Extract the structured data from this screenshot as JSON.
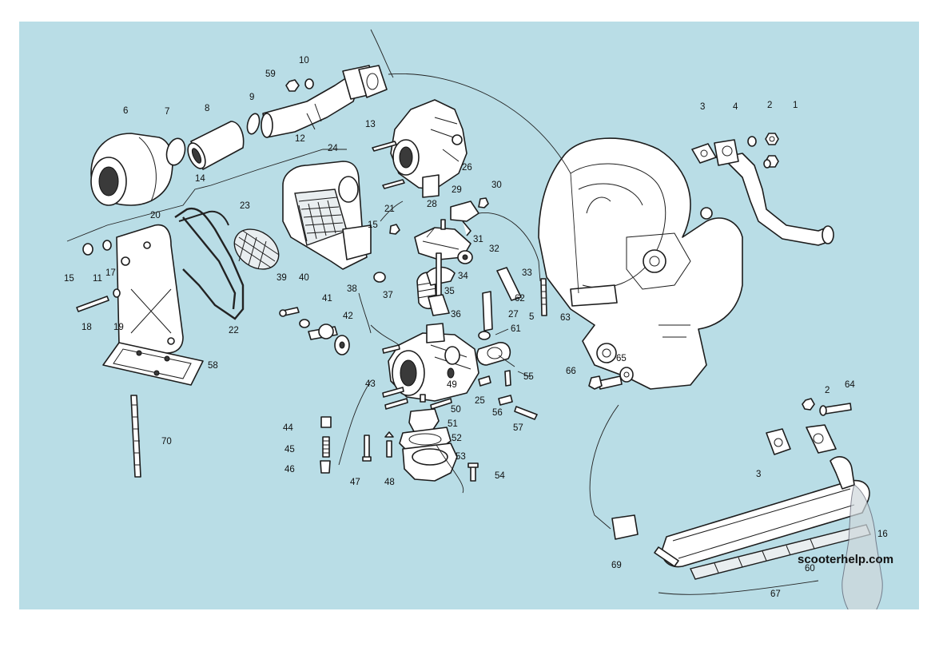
{
  "labels": [
    {
      "id": "1",
      "text": "1"
    },
    {
      "id": "2a",
      "text": "2"
    },
    {
      "id": "3a",
      "text": "3"
    },
    {
      "id": "4",
      "text": "4"
    },
    {
      "id": "5",
      "text": "5"
    },
    {
      "id": "6",
      "text": "6"
    },
    {
      "id": "7",
      "text": "7"
    },
    {
      "id": "8",
      "text": "8"
    },
    {
      "id": "9",
      "text": "9"
    },
    {
      "id": "10",
      "text": "10"
    },
    {
      "id": "11",
      "text": "11"
    },
    {
      "id": "12",
      "text": "12"
    },
    {
      "id": "13",
      "text": "13"
    },
    {
      "id": "14",
      "text": "14"
    },
    {
      "id": "15a",
      "text": "15"
    },
    {
      "id": "15b",
      "text": "15"
    },
    {
      "id": "16",
      "text": "16"
    },
    {
      "id": "17",
      "text": "17"
    },
    {
      "id": "18",
      "text": "18"
    },
    {
      "id": "19",
      "text": "19"
    },
    {
      "id": "20",
      "text": "20"
    },
    {
      "id": "21",
      "text": "21"
    },
    {
      "id": "22",
      "text": "22"
    },
    {
      "id": "23",
      "text": "23"
    },
    {
      "id": "24",
      "text": "24"
    },
    {
      "id": "25",
      "text": "25"
    },
    {
      "id": "26",
      "text": "26"
    },
    {
      "id": "27",
      "text": "27"
    },
    {
      "id": "28",
      "text": "28"
    },
    {
      "id": "29",
      "text": "29"
    },
    {
      "id": "30",
      "text": "30"
    },
    {
      "id": "31",
      "text": "31"
    },
    {
      "id": "32",
      "text": "32"
    },
    {
      "id": "33",
      "text": "33"
    },
    {
      "id": "34",
      "text": "34"
    },
    {
      "id": "35",
      "text": "35"
    },
    {
      "id": "36",
      "text": "36"
    },
    {
      "id": "37",
      "text": "37"
    },
    {
      "id": "38",
      "text": "38"
    },
    {
      "id": "39",
      "text": "39"
    },
    {
      "id": "40",
      "text": "40"
    },
    {
      "id": "41",
      "text": "41"
    },
    {
      "id": "42",
      "text": "42"
    },
    {
      "id": "43",
      "text": "43"
    },
    {
      "id": "44",
      "text": "44"
    },
    {
      "id": "45",
      "text": "45"
    },
    {
      "id": "46",
      "text": "46"
    },
    {
      "id": "47",
      "text": "47"
    },
    {
      "id": "48",
      "text": "48"
    },
    {
      "id": "49",
      "text": "49"
    },
    {
      "id": "50",
      "text": "50"
    },
    {
      "id": "51",
      "text": "51"
    },
    {
      "id": "52",
      "text": "52"
    },
    {
      "id": "53",
      "text": "53"
    },
    {
      "id": "54",
      "text": "54"
    },
    {
      "id": "55",
      "text": "55"
    },
    {
      "id": "56",
      "text": "56"
    },
    {
      "id": "57",
      "text": "57"
    },
    {
      "id": "58",
      "text": "58"
    },
    {
      "id": "59",
      "text": "59"
    },
    {
      "id": "60",
      "text": "60"
    },
    {
      "id": "61",
      "text": "61"
    },
    {
      "id": "62",
      "text": "62"
    },
    {
      "id": "63",
      "text": "63"
    },
    {
      "id": "64",
      "text": "64"
    },
    {
      "id": "65",
      "text": "65"
    },
    {
      "id": "66",
      "text": "66"
    },
    {
      "id": "67",
      "text": "67"
    },
    {
      "id": "69",
      "text": "69"
    },
    {
      "id": "70",
      "text": "70"
    },
    {
      "id": "2b",
      "text": "2"
    },
    {
      "id": "3b",
      "text": "3"
    }
  ],
  "watermark": {
    "text": "scooterhelp.com"
  },
  "colors": {
    "background": "#b9dde6",
    "ink": "#1c1c1c",
    "paper": "#ffffff"
  }
}
